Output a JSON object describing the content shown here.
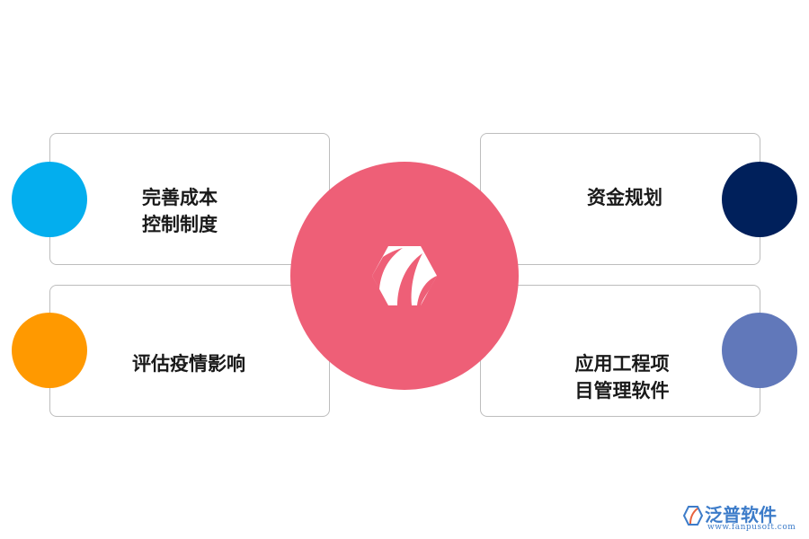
{
  "items": [
    {
      "line1": "完善成本",
      "line2": "控制制度",
      "color": "#03aeee"
    },
    {
      "line1": "评估疫情影响",
      "line2": "",
      "color": "#ff9900"
    },
    {
      "line1": "资金规划",
      "line2": "",
      "color": "#00205b"
    },
    {
      "line1": "应用工程项",
      "line2": "目管理软件",
      "color": "#6178ba"
    }
  ],
  "center": {
    "color": "#ee5f77",
    "icon": "leaf-hexagon-icon"
  },
  "watermark": {
    "brand": "泛普软件",
    "url": "www.fanpusoft.com",
    "color": "#3d7cc9"
  }
}
